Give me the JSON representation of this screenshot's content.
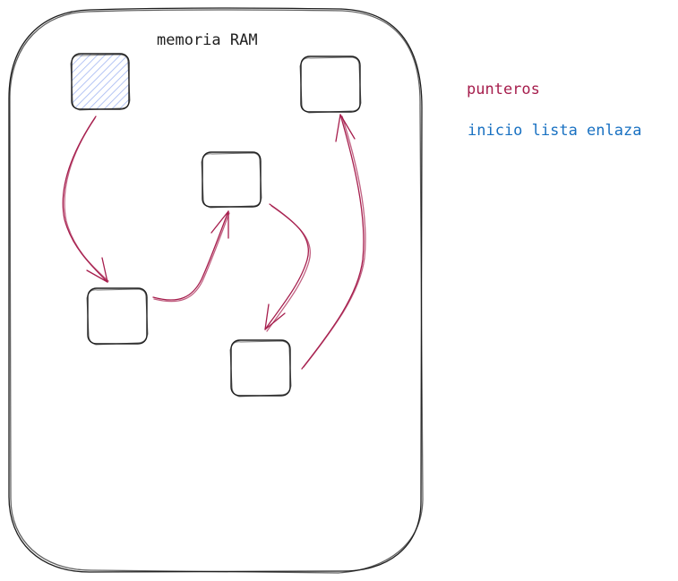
{
  "diagram": {
    "title": "memoria RAM",
    "legend": {
      "pointers": "punteros",
      "list_head": "inicio lista enlaza"
    }
  },
  "colors": {
    "stroke": "#1e1e1e",
    "pointer": "#a61e4d",
    "head": "#1971c2",
    "head_fill": "#a5b8f2"
  }
}
